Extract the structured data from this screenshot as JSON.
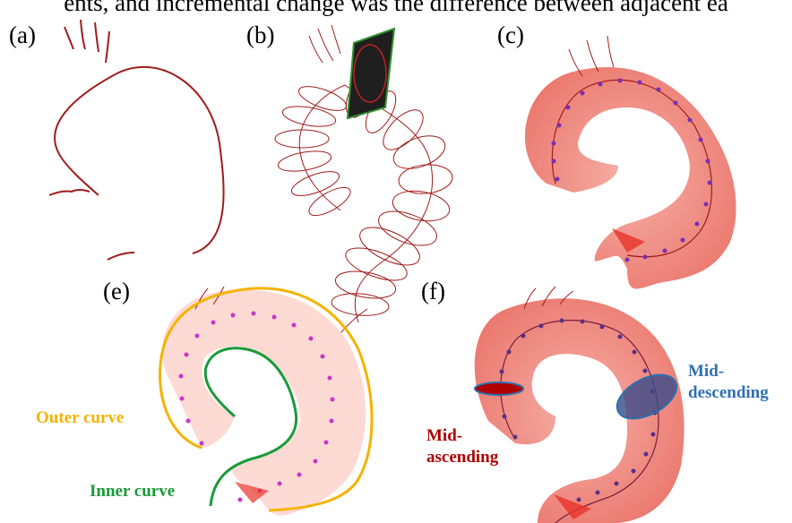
{
  "caption_fragment": "ents, and incremental change was the difference between adjacent ea",
  "panels": {
    "a": "(a)",
    "b": "(b)",
    "c": "(c)",
    "e": "(e)",
    "f": "(f)"
  },
  "annotations": {
    "outer_curve": "Outer curve",
    "inner_curve": "Inner curve",
    "mid_ascending_1": "Mid-",
    "mid_ascending_2": "ascending",
    "mid_descending_1": "Mid-",
    "mid_descending_2": "descending"
  },
  "colors": {
    "centerline": "#a01c1c",
    "aorta_fill": "#f08a80",
    "point": "#7a2fb5",
    "outer_curve": "#f5b300",
    "inner_curve": "#1a9a3a",
    "mid_ascending_disc": "#b00000",
    "mid_descending_disc": "#2f4f8f"
  }
}
